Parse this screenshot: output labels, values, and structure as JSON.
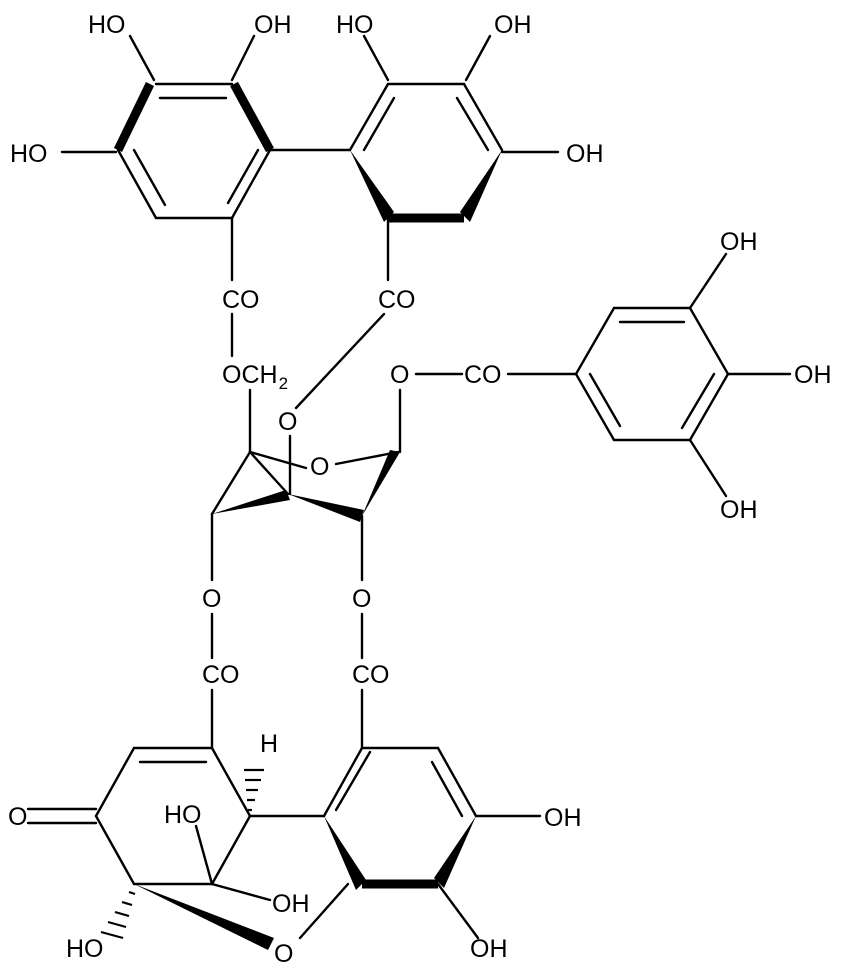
{
  "molecule": {
    "labels": {
      "ho_1": "HO",
      "oh_2": "OH",
      "ho_3": "HO",
      "oh_4": "OH",
      "ho_5": "HO",
      "oh_6": "OH",
      "co_1": "CO",
      "co_2": "CO",
      "och2_text": "OCH",
      "och2_sub": "2",
      "ring_o_1": "O",
      "ring_o_2": "O",
      "ester_o_1": "O",
      "co_3": "CO",
      "oh_7": "OH",
      "oh_8": "OH",
      "oh_9": "OH",
      "ester_o_2": "O",
      "ester_o_3": "O",
      "co_4": "CO",
      "co_5": "CO",
      "h_stereo": "H",
      "ketone_o": "O",
      "ho_10": "HO",
      "oh_11": "OH",
      "oh_12": "OH",
      "ho_13": "HO",
      "bridge_o": "O",
      "oh_14": "OH"
    }
  }
}
